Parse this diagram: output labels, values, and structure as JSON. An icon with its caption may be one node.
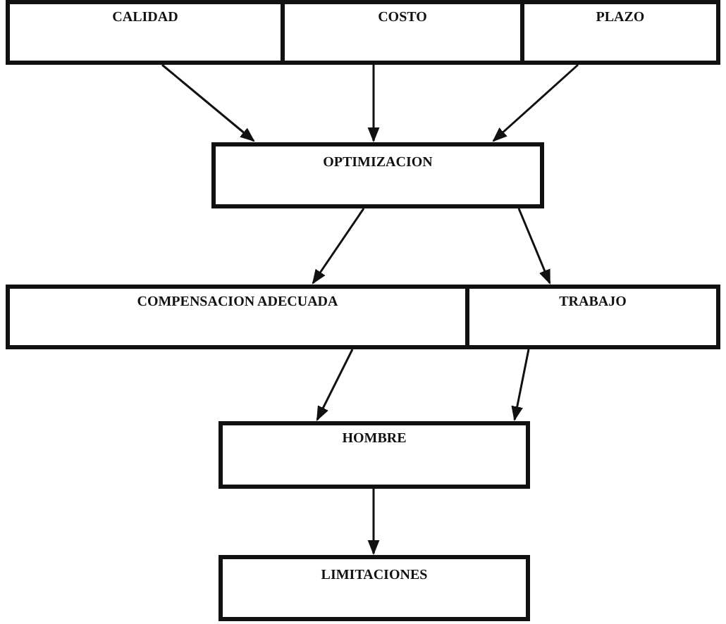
{
  "diagram": {
    "nodes": [
      {
        "text": [
          "CALIDAD"
        ]
      },
      {
        "text": [
          "COSTO"
        ]
      },
      {
        "text": [
          "PLAZO"
        ]
      },
      {
        "text": [
          "OPTIMIZACION"
        ]
      },
      {
        "text": [
          "COMPENSACION ADECUADA"
        ]
      },
      {
        "text": [
          "TRABAJO"
        ]
      },
      {
        "text": [
          "HOMBRE"
        ]
      },
      {
        "text": [
          "LIMITACIONES"
        ]
      }
    ],
    "edges": [
      {
        "from": 0,
        "to": 3,
        "arrow": "to"
      },
      {
        "from": 1,
        "to": 3,
        "arrow": "to"
      },
      {
        "from": 2,
        "to": 3,
        "arrow": "to"
      },
      {
        "from": 3,
        "to": 4,
        "arrow": "to"
      },
      {
        "from": 3,
        "to": 5,
        "arrow": "to"
      },
      {
        "from": 4,
        "to": 6,
        "arrow": "to"
      },
      {
        "from": 5,
        "to": 6,
        "arrow": "to"
      },
      {
        "from": 6,
        "to": 7,
        "arrow": "to"
      }
    ]
  }
}
